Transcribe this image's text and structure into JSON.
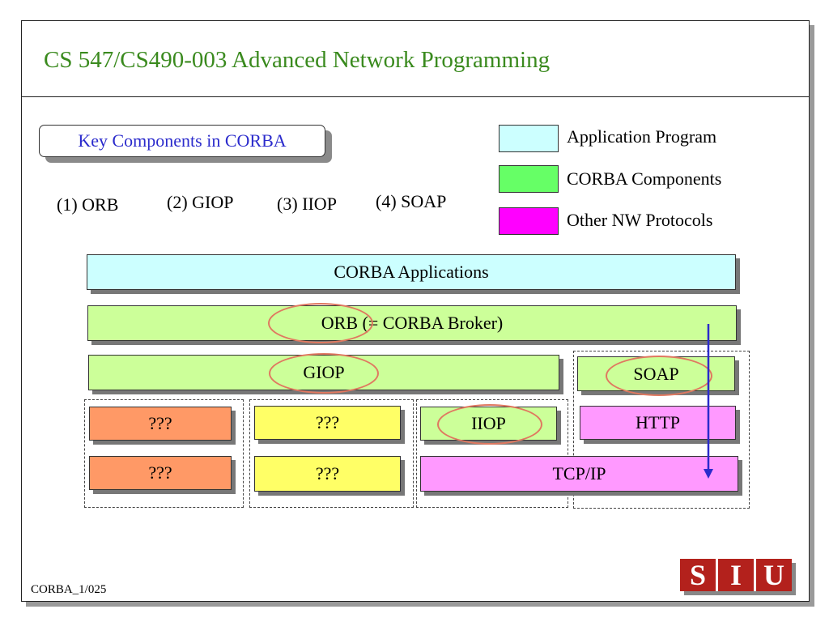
{
  "slide": {
    "title": "CS 547/CS490-003 Advanced Network Programming",
    "footer": "CORBA_1/025",
    "logo_letters": [
      "S",
      "I",
      "U"
    ]
  },
  "key_box": {
    "label": "Key Components in CORBA"
  },
  "components": [
    "(1) ORB",
    "(2) GIOP",
    "(3) IIOP",
    "(4) SOAP"
  ],
  "legend": [
    {
      "label": "Application Program",
      "color": "#ccffff"
    },
    {
      "label": "CORBA Components",
      "color": "#66ff66"
    },
    {
      "label": "Other NW Protocols",
      "color": "#ff00ff"
    }
  ],
  "layers": {
    "corba_applications": "CORBA Applications",
    "orb": "ORB (= CORBA Broker)",
    "giop": "GIOP",
    "soap": "SOAP",
    "unknown_1a": "???",
    "unknown_1b": "???",
    "unknown_2a": "???",
    "unknown_2b": "???",
    "iiop": "IIOP",
    "http": "HTTP",
    "tcpip": "TCP/IP"
  },
  "colors": {
    "title": "#3a8a1e",
    "key_text": "#2b2bcc",
    "application_fill": "#ccffff",
    "corba_fill": "#ccff99",
    "protocol_fill": "#ff99ff",
    "orange_fill": "#ff9966",
    "yellow_fill": "#ffff66",
    "highlight": "#e07860",
    "arrow": "#2b2bcc",
    "logo": "#b3211c"
  }
}
